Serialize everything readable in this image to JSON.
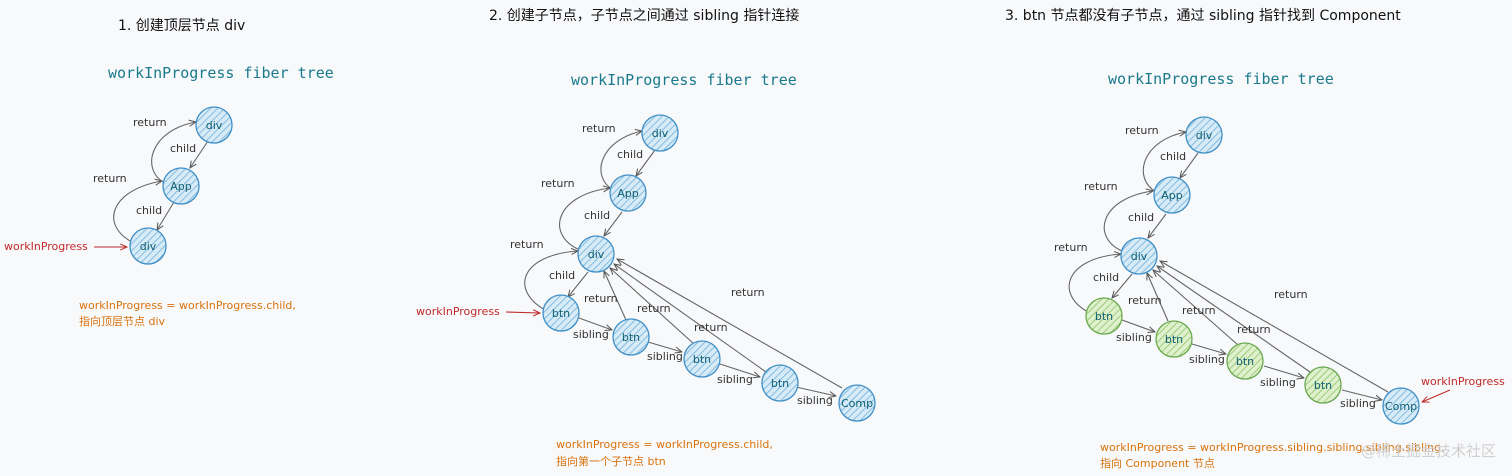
{
  "panels": [
    {
      "title": "1.  创建顶层节点  div",
      "tree_title": "workInProgress fiber tree",
      "nodes": [
        {
          "id": "div",
          "label": "div",
          "state": "blue"
        },
        {
          "id": "app",
          "label": "App",
          "state": "blue"
        },
        {
          "id": "div2",
          "label": "div",
          "state": "blue"
        }
      ],
      "edge_labels": [
        "return",
        "child",
        "return",
        "child"
      ],
      "pointer": "workInProgress",
      "note_lines": [
        "workInProgress = workInProgress.child,",
        "指向顶层节点 div"
      ]
    },
    {
      "title": "2.  创建子节点，子节点之间通过 sibling 指针连接",
      "tree_title": "workInProgress fiber tree",
      "nodes": [
        {
          "id": "div",
          "label": "div",
          "state": "blue"
        },
        {
          "id": "app",
          "label": "App",
          "state": "blue"
        },
        {
          "id": "div2",
          "label": "div",
          "state": "blue"
        },
        {
          "id": "btn1",
          "label": "btn",
          "state": "blue"
        },
        {
          "id": "btn2",
          "label": "btn",
          "state": "blue"
        },
        {
          "id": "btn3",
          "label": "btn",
          "state": "blue"
        },
        {
          "id": "btn4",
          "label": "btn",
          "state": "blue"
        },
        {
          "id": "comp",
          "label": "Comp",
          "state": "blue"
        }
      ],
      "edge_labels": [
        "return",
        "child",
        "return",
        "child",
        "return",
        "child",
        "return",
        "return",
        "return",
        "return",
        "sibling",
        "sibling",
        "sibling",
        "sibling"
      ],
      "pointer": "workInProgress",
      "note_lines": [
        "workInProgress = workInProgress.child,",
        "指向第一个子节点 btn"
      ]
    },
    {
      "title": "3.  btn  节点都没有子节点，通过 sibling 指针找到 Component",
      "tree_title": "workInProgress fiber tree",
      "nodes": [
        {
          "id": "div",
          "label": "div",
          "state": "blue"
        },
        {
          "id": "app",
          "label": "App",
          "state": "blue"
        },
        {
          "id": "div2",
          "label": "div",
          "state": "blue"
        },
        {
          "id": "btn1",
          "label": "btn",
          "state": "green"
        },
        {
          "id": "btn2",
          "label": "btn",
          "state": "green"
        },
        {
          "id": "btn3",
          "label": "btn",
          "state": "green"
        },
        {
          "id": "btn4",
          "label": "btn",
          "state": "green"
        },
        {
          "id": "comp",
          "label": "Comp",
          "state": "blue"
        }
      ],
      "edge_labels": [
        "return",
        "child",
        "return",
        "child",
        "return",
        "child",
        "return",
        "return",
        "return",
        "return",
        "sibling",
        "sibling",
        "sibling",
        "sibling"
      ],
      "pointer": "workInProgress",
      "note_lines": [
        "workInProgress = workInProgress.sibling.sibling.sibling.sibling,",
        "指向 Component 节点"
      ]
    }
  ],
  "watermark": "@稀土掘金技术社区",
  "colors": {
    "blue_fill": "#b9dbf0",
    "blue_stroke": "#3f8fc6",
    "green_fill": "#c8e6a6",
    "green_stroke": "#6aa84f",
    "pointer": "#c02a2a",
    "note": "#d9730d",
    "tree_title": "#1a7a8c"
  }
}
